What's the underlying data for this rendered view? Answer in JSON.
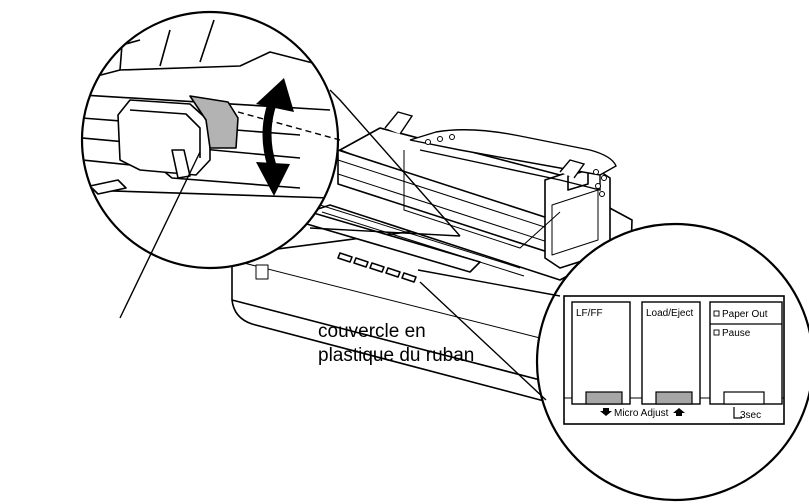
{
  "callout": {
    "line1": "couvercle en",
    "line2": "plastique du ruban"
  },
  "panel": {
    "buttons": [
      {
        "label": "LF/FF"
      },
      {
        "label": "Load/Eject"
      }
    ],
    "indicators": [
      {
        "label": "Paper Out"
      },
      {
        "label": "Pause"
      }
    ],
    "micro_adjust": "Micro Adjust",
    "hold_time": "3sec"
  },
  "colors": {
    "line": "#000000",
    "button_fill": "#a6a6a6",
    "cover_fill": "#b3b3b3",
    "background": "#ffffff"
  }
}
